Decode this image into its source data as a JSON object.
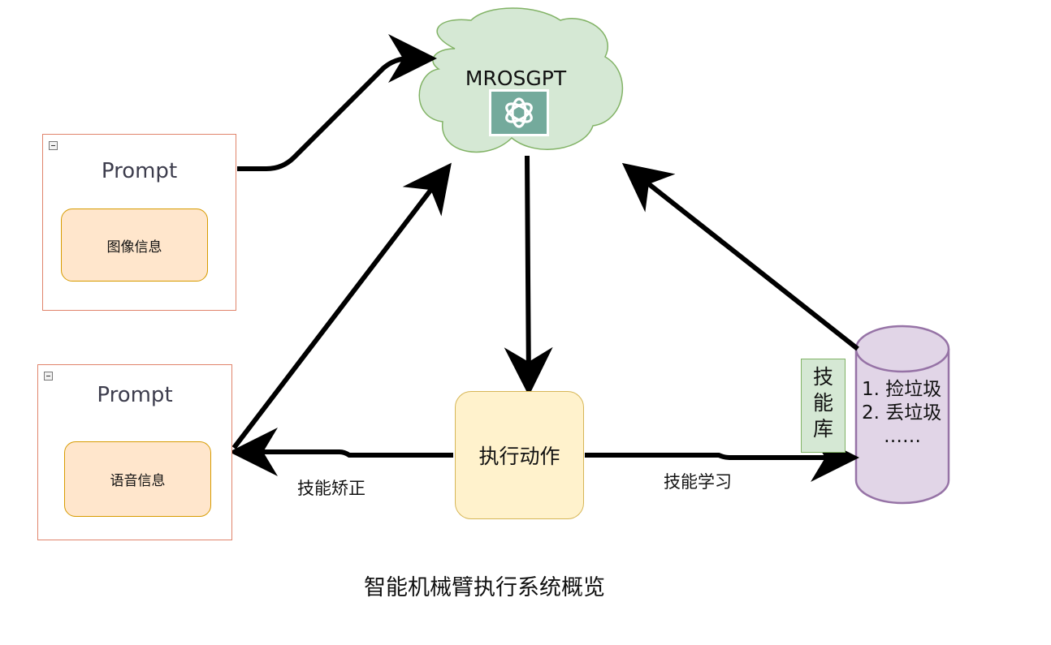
{
  "prompt_top": {
    "title": "Prompt",
    "content": "图像信息"
  },
  "prompt_bottom": {
    "title": "Prompt",
    "content": "语音信息"
  },
  "cloud": {
    "label": "MROSGPT",
    "icon": "openai-logo-icon"
  },
  "execute": {
    "label": "执行动作"
  },
  "skill_library": {
    "label_chars": [
      "技",
      "能",
      "库"
    ]
  },
  "skill_store": {
    "items": [
      "1. 捡垃圾",
      "2. 丢垃圾",
      "……"
    ]
  },
  "edges": {
    "correction_label": "技能矫正",
    "learning_label": "技能学习"
  },
  "caption": "智能机械臂执行系统概览",
  "colors": {
    "prompt_border": "#e0846b",
    "info_fill": "#ffe6cc",
    "cloud_fill": "#d5e8d4",
    "exec_fill": "#fff2cc",
    "store_fill": "#e1d5e7",
    "gpt_icon": "#74aa9c"
  }
}
